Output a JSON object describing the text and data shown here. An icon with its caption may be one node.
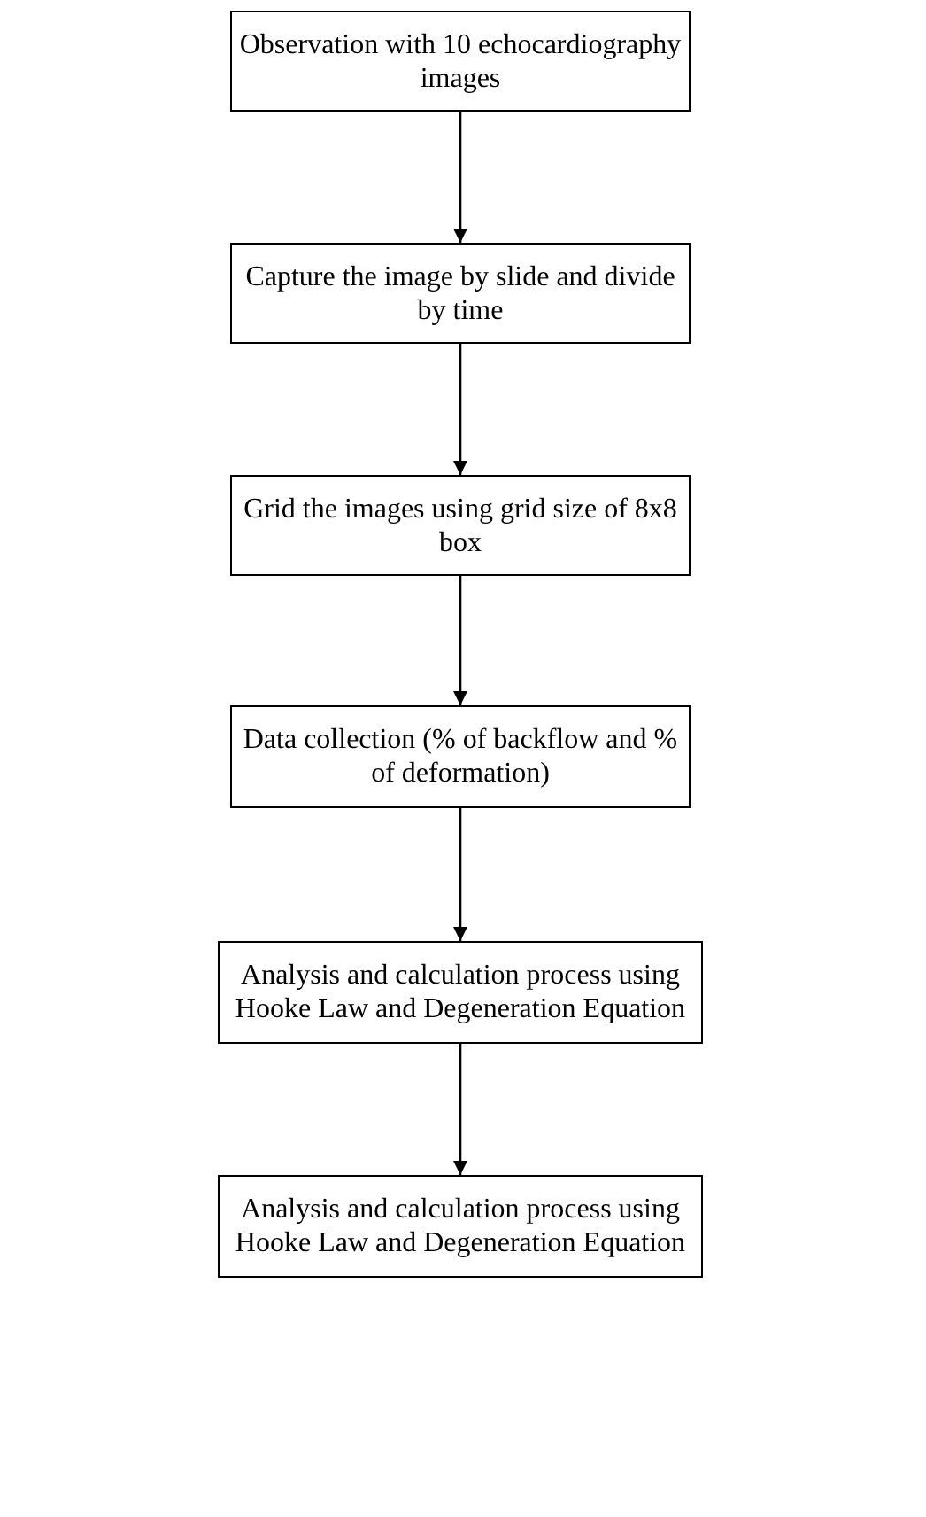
{
  "diagram": {
    "nodes": [
      {
        "text": [
          "Observation with 10 echocardiography images"
        ]
      },
      {
        "text": [
          "Capture the image by slide and divide by time"
        ]
      },
      {
        "text": [
          "Grid the images using grid size of 8x8 box"
        ]
      },
      {
        "text": [
          "Data collection (% of backflow and % of deformation)"
        ]
      },
      {
        "text": [
          "Analysis and calculation process using Hooke Law and Degeneration Equation"
        ]
      },
      {
        "text": [
          "Analysis and calculation process using Hooke Law and Degeneration Equation"
        ]
      }
    ],
    "edges": [
      {
        "from": 0,
        "to": 1,
        "arrow": "to"
      },
      {
        "from": 1,
        "to": 2,
        "arrow": "to"
      },
      {
        "from": 2,
        "to": 3,
        "arrow": "to"
      },
      {
        "from": 3,
        "to": 4,
        "arrow": "to"
      },
      {
        "from": 4,
        "to": 5,
        "arrow": "to"
      }
    ]
  }
}
